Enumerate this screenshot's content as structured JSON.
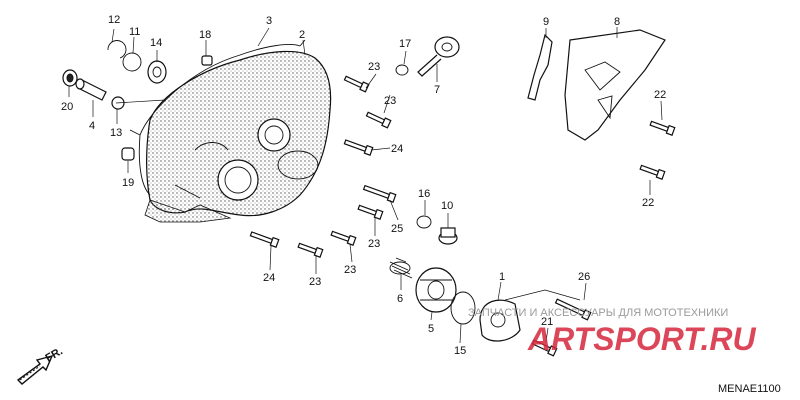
{
  "diagram": {
    "callouts": [
      {
        "id": "c12",
        "text": "12"
      },
      {
        "id": "c11",
        "text": "11"
      },
      {
        "id": "c14",
        "text": "14"
      },
      {
        "id": "c20",
        "text": "20"
      },
      {
        "id": "c4",
        "text": "4"
      },
      {
        "id": "c13",
        "text": "13"
      },
      {
        "id": "c19",
        "text": "19"
      },
      {
        "id": "c18",
        "text": "18"
      },
      {
        "id": "c3",
        "text": "3"
      },
      {
        "id": "c2",
        "text": "2"
      },
      {
        "id": "c23a",
        "text": "23"
      },
      {
        "id": "c23b",
        "text": "23"
      },
      {
        "id": "c24a",
        "text": "24"
      },
      {
        "id": "c25",
        "text": "25"
      },
      {
        "id": "c23c",
        "text": "23"
      },
      {
        "id": "c23d",
        "text": "23"
      },
      {
        "id": "c24b",
        "text": "24"
      },
      {
        "id": "c23e",
        "text": "23"
      },
      {
        "id": "c17",
        "text": "17"
      },
      {
        "id": "c7",
        "text": "7"
      },
      {
        "id": "c16",
        "text": "16"
      },
      {
        "id": "c10",
        "text": "10"
      },
      {
        "id": "c6",
        "text": "6"
      },
      {
        "id": "c5",
        "text": "5"
      },
      {
        "id": "c15",
        "text": "15"
      },
      {
        "id": "c1",
        "text": "1"
      },
      {
        "id": "c9",
        "text": "9"
      },
      {
        "id": "c8",
        "text": "8"
      },
      {
        "id": "c22a",
        "text": "22"
      },
      {
        "id": "c22b",
        "text": "22"
      },
      {
        "id": "c26",
        "text": "26"
      },
      {
        "id": "c21",
        "text": "21"
      }
    ],
    "direction_label": "FR.",
    "diagram_code": "MENAE1100",
    "watermark": {
      "text": "ЗАПЧАСТИ И АКСЕССУАРЫ ДЛЯ МОТОТЕХНИКИ",
      "logo": "ARTSPORT.RU"
    },
    "colors": {
      "line": "#111111",
      "watermark_red": "#d7263d",
      "watermark_grey": "#9a9a9a"
    }
  }
}
